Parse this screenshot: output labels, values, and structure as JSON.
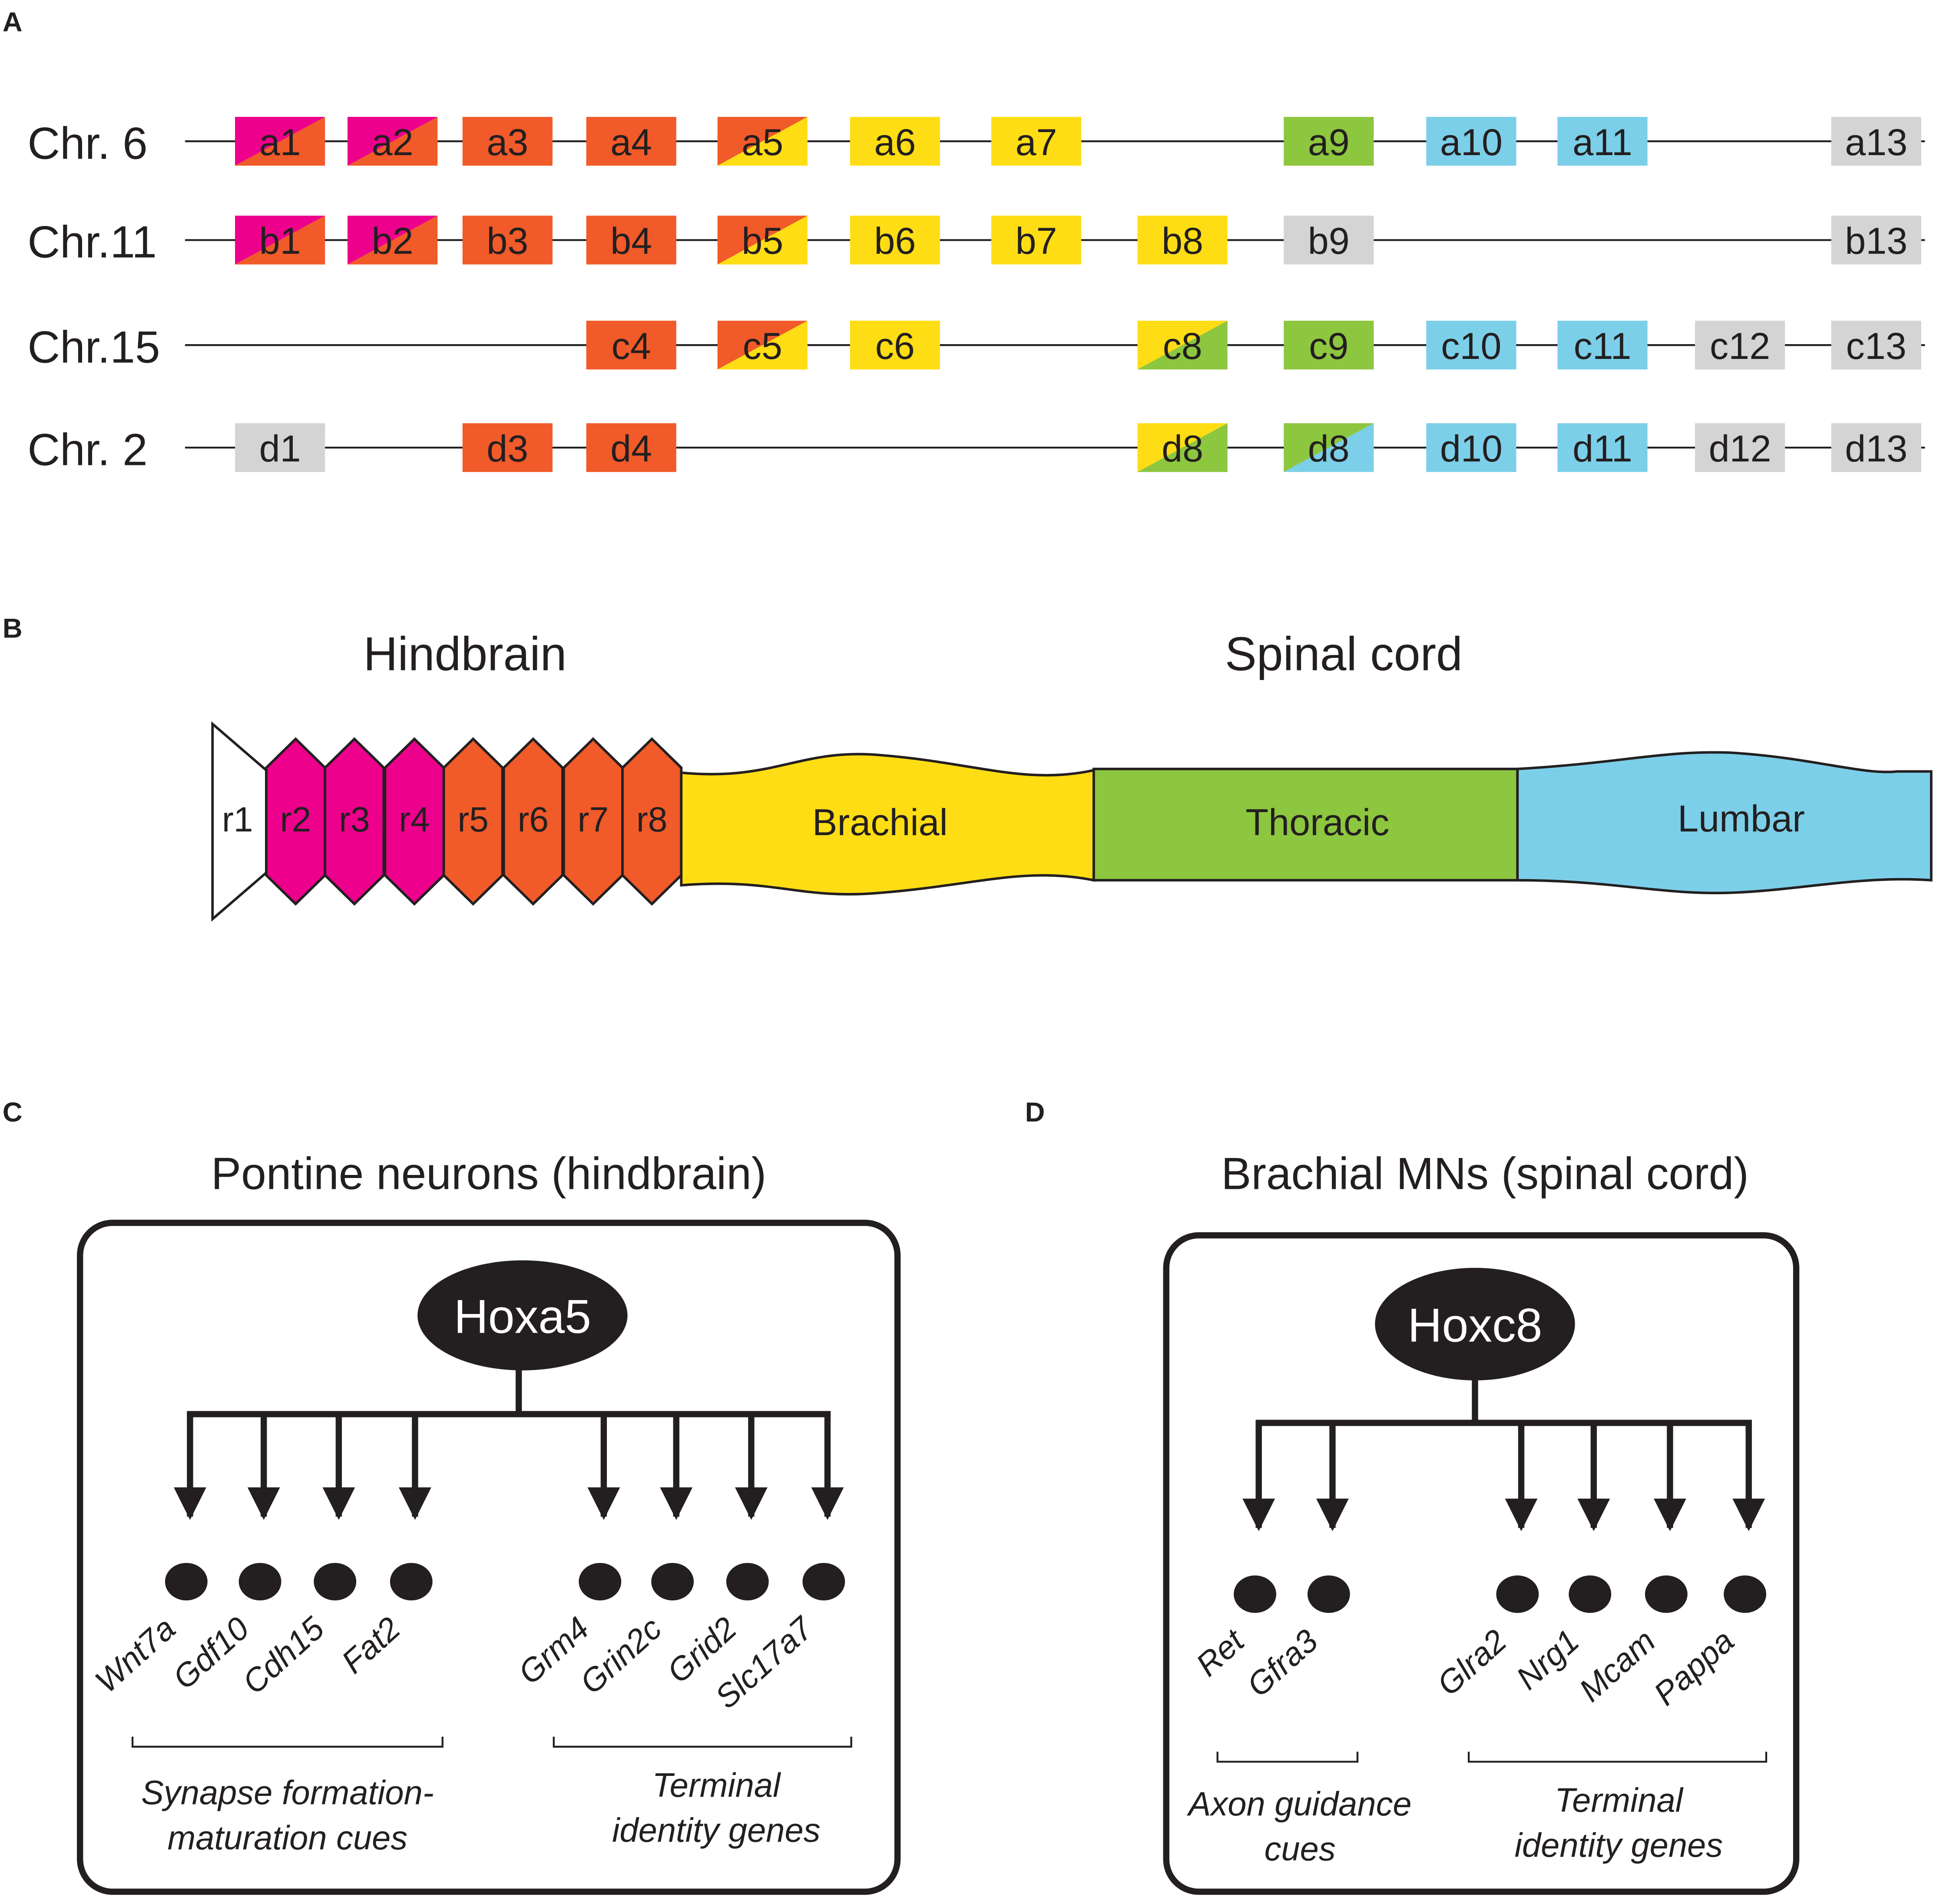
{
  "colors": {
    "magenta": "#ec008c",
    "orange": "#f15a29",
    "yellow": "#ffdd15",
    "green": "#8dc63f",
    "blue": "#7ccfe8",
    "grey": "#d4d4d4",
    "outline": "#231f20"
  },
  "panel_a": {
    "label": "A",
    "rows": [
      {
        "name": "Chr. 6",
        "genes": [
          {
            "label": "a1",
            "col": 1,
            "fill": "magenta",
            "fill2": "orange"
          },
          {
            "label": "a2",
            "col": 2,
            "fill": "magenta",
            "fill2": "orange"
          },
          {
            "label": "a3",
            "col": 3,
            "fill": "orange"
          },
          {
            "label": "a4",
            "col": 4,
            "fill": "orange"
          },
          {
            "label": "a5",
            "col": 5,
            "fill": "orange",
            "fill2": "yellow"
          },
          {
            "label": "a6",
            "col": 6,
            "fill": "yellow"
          },
          {
            "label": "a7",
            "col": 7,
            "fill": "yellow"
          },
          {
            "label": "a9",
            "col": 9,
            "fill": "green"
          },
          {
            "label": "a10",
            "col": 10,
            "fill": "blue"
          },
          {
            "label": "a11",
            "col": 11,
            "fill": "blue"
          },
          {
            "label": "a13",
            "col": 13,
            "fill": "grey"
          }
        ]
      },
      {
        "name": "Chr.11",
        "genes": [
          {
            "label": "b1",
            "col": 1,
            "fill": "magenta",
            "fill2": "orange"
          },
          {
            "label": "b2",
            "col": 2,
            "fill": "magenta",
            "fill2": "orange"
          },
          {
            "label": "b3",
            "col": 3,
            "fill": "orange"
          },
          {
            "label": "b4",
            "col": 4,
            "fill": "orange"
          },
          {
            "label": "b5",
            "col": 5,
            "fill": "orange",
            "fill2": "yellow"
          },
          {
            "label": "b6",
            "col": 6,
            "fill": "yellow"
          },
          {
            "label": "b7",
            "col": 7,
            "fill": "yellow"
          },
          {
            "label": "b8",
            "col": 8,
            "fill": "yellow"
          },
          {
            "label": "b9",
            "col": 9,
            "fill": "grey"
          },
          {
            "label": "b13",
            "col": 13,
            "fill": "grey"
          }
        ]
      },
      {
        "name": "Chr.15",
        "genes": [
          {
            "label": "c4",
            "col": 4,
            "fill": "orange"
          },
          {
            "label": "c5",
            "col": 5,
            "fill": "orange",
            "fill2": "yellow"
          },
          {
            "label": "c6",
            "col": 6,
            "fill": "yellow"
          },
          {
            "label": "c8",
            "col": 8,
            "fill": "yellow",
            "fill2": "green"
          },
          {
            "label": "c9",
            "col": 9,
            "fill": "green"
          },
          {
            "label": "c10",
            "col": 10,
            "fill": "blue"
          },
          {
            "label": "c11",
            "col": 11,
            "fill": "blue"
          },
          {
            "label": "c12",
            "col": 12,
            "fill": "grey"
          },
          {
            "label": "c13",
            "col": 13,
            "fill": "grey"
          }
        ]
      },
      {
        "name": "Chr. 2",
        "genes": [
          {
            "label": "d1",
            "col": 1,
            "fill": "grey"
          },
          {
            "label": "d3",
            "col": 3,
            "fill": "orange"
          },
          {
            "label": "d4",
            "col": 4,
            "fill": "orange"
          },
          {
            "label": "d8",
            "col": 8,
            "fill": "yellow",
            "fill2": "green"
          },
          {
            "label": "d8",
            "col": 9,
            "fill": "green",
            "fill2": "blue"
          },
          {
            "label": "d10",
            "col": 10,
            "fill": "blue"
          },
          {
            "label": "d11",
            "col": 11,
            "fill": "blue"
          },
          {
            "label": "d12",
            "col": 12,
            "fill": "grey"
          },
          {
            "label": "d13",
            "col": 13,
            "fill": "grey"
          }
        ]
      }
    ]
  },
  "panel_b": {
    "label": "B",
    "title_left": "Hindbrain",
    "title_right": "Spinal cord",
    "rhombomeres": [
      {
        "label": "r1",
        "fill": "#ffffff"
      },
      {
        "label": "r2",
        "fill": "magenta"
      },
      {
        "label": "r3",
        "fill": "magenta"
      },
      {
        "label": "r4",
        "fill": "magenta"
      },
      {
        "label": "r5",
        "fill": "orange"
      },
      {
        "label": "r6",
        "fill": "orange"
      },
      {
        "label": "r7",
        "fill": "orange"
      },
      {
        "label": "r8",
        "fill": "orange"
      }
    ],
    "segments": [
      {
        "label": "Brachial",
        "fill": "yellow"
      },
      {
        "label": "Thoracic",
        "fill": "green"
      },
      {
        "label": "Lumbar",
        "fill": "blue"
      }
    ]
  },
  "panel_c": {
    "label": "C",
    "title": "Pontine neurons (hindbrain)",
    "regulator": "Hoxa5",
    "targets": [
      "Wnt7a",
      "Gdf10",
      "Cdh15",
      "Fat2",
      "Grm4",
      "Grin2c",
      "Grid2",
      "Slc17a7"
    ],
    "group_left_line1": "Synapse formation-",
    "group_left_line2": "maturation cues",
    "group_right_line1": "Terminal",
    "group_right_line2": "identity genes"
  },
  "panel_d": {
    "label": "D",
    "title": "Brachial MNs (spinal cord)",
    "regulator": "Hoxc8",
    "targets": [
      "Ret",
      "Gfra3",
      "Glra2",
      "Nrg1",
      "Mcam",
      "Pappa"
    ],
    "group_left_line1": "Axon guidance",
    "group_left_line2": "cues",
    "group_right_line1": "Terminal",
    "group_right_line2": "identity genes"
  }
}
